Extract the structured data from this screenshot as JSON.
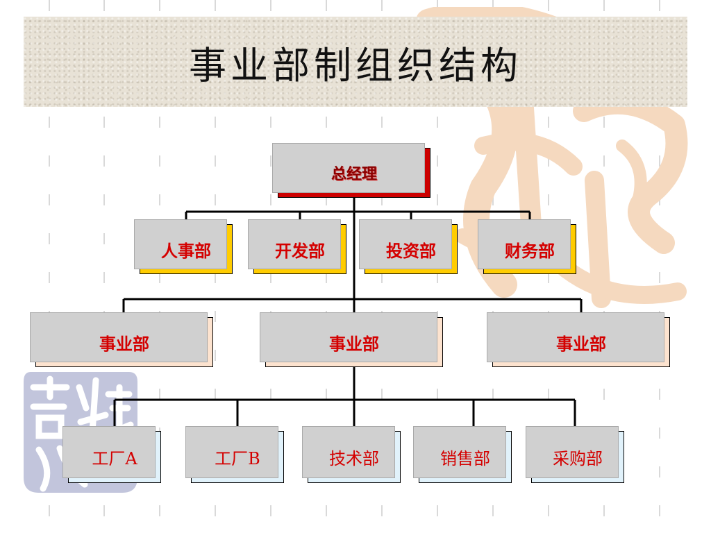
{
  "slide": {
    "title": "事业部制组织结构"
  },
  "org_chart": {
    "root": {
      "label": "总经理"
    },
    "departments": [
      {
        "label": "人事部"
      },
      {
        "label": "开发部"
      },
      {
        "label": "投资部"
      },
      {
        "label": "财务部"
      }
    ],
    "divisions": [
      {
        "label": "事业部"
      },
      {
        "label": "事业部"
      },
      {
        "label": "事业部"
      }
    ],
    "units": [
      {
        "label": "工厂A"
      },
      {
        "label": "工厂B"
      },
      {
        "label": "技术部"
      },
      {
        "label": "销售部"
      },
      {
        "label": "采购部"
      }
    ]
  },
  "colors": {
    "root_fill": "#cc0000",
    "department_fill": "#ffcc00",
    "division_fill": "#fde3cf",
    "unit_fill": "#e1f2fb",
    "label_red": "#d40000",
    "watermark": "#f5d9bf",
    "seal": "#b5b8d3"
  }
}
